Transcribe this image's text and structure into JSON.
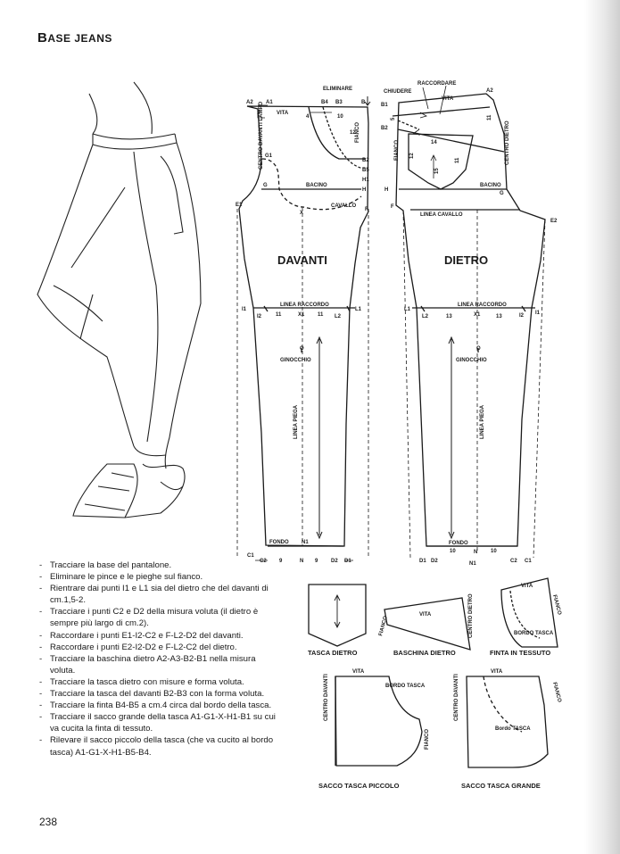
{
  "title": {
    "initial": "B",
    "rest": "ASE JEANS"
  },
  "page_number": "238",
  "panels": {
    "front": "DAVANTI",
    "back": "DIETRO"
  },
  "front_labels": {
    "eliminare": "ELIMINARE",
    "a2": "A2",
    "a1": "A1",
    "b4": "B4",
    "b3": "B3",
    "b": "B",
    "vita": "VITA",
    "n3": "3",
    "n4": "4",
    "n10": "10",
    "centro_lampo": "CENTRO DAVANTI LAMPO",
    "fianco": "FIANCO",
    "n12": "12",
    "g1": "G1",
    "g": "G",
    "bacino": "BACINO",
    "x": "X",
    "cavallo": "CAVALLO",
    "b2": "B2",
    "b5": "B5",
    "h1": "H1",
    "h": "H",
    "e1": "E1",
    "f": "F",
    "linea_raccordo": "LINEA RACCORDO",
    "i1": "I1",
    "i2": "I2",
    "n11a": "11",
    "x1": "X1",
    "n11b": "11",
    "l2": "L2",
    "l1": "L1",
    "o": "O",
    "ginocchio": "GINOCCHIO",
    "linea_piega": "LINEA PIEGA",
    "fondo": "FONDO",
    "n1": "N1",
    "c1": "C1",
    "c2": "C2",
    "n9a": "9",
    "n": "N",
    "n9b": "9",
    "d2": "D2",
    "d1": "D1"
  },
  "back_labels": {
    "raccordare": "RACCORDARE",
    "chiudere": "CHIUDERE",
    "vita": "VITA",
    "a2": "A2",
    "b1": "B1",
    "b2": "B2",
    "n5": "5",
    "n11": "11",
    "centro_dietro": "CENTRO DIETRO",
    "fianco": "FIANCO",
    "n14": "14",
    "n12": "12",
    "n15": "15",
    "n11b": "11",
    "h": "H",
    "g": "G",
    "bacino": "BACINO",
    "f": "F",
    "linea_cavallo": "LINEA CAVALLO",
    "e2": "E2",
    "linea_raccordo": "LINEA RACCORDO",
    "l1": "L1",
    "l2": "L2",
    "n13a": "13",
    "x1": "X1",
    "n13b": "13",
    "i2": "I2",
    "i1": "I1",
    "o": "O",
    "ginocchio": "GINOCCHIO",
    "linea_piega": "LINEA PIEGA",
    "fondo": "FONDO",
    "n10a": "10",
    "n": "N",
    "n10b": "10",
    "d1": "D1",
    "d2": "D2",
    "n1": "N1",
    "c2": "C2",
    "c1": "C1"
  },
  "pieces": {
    "tasca_dietro": "TASCA DIETRO",
    "baschina_dietro": "BASCHINA DIETRO",
    "finta_in_tessuto": "FINTA IN TESSUTO",
    "sacco_piccolo": "SACCO TASCA PICCOLO",
    "sacco_grande": "SACCO TASCA GRANDE",
    "vita": "VITA",
    "fianco": "FIANCO",
    "centro_dietro": "CENTRO DIETRO",
    "bordo_tasca": "BORDO TASCA",
    "centro_davanti": "CENTRO DAVANTI",
    "bordo_tasca_2": "Bordo TASCA"
  },
  "instructions": [
    "Tracciare la base del pantalone.",
    "Eliminare le pince e le pieghe sul fianco.",
    "Rientrare  dai punti I1 e L1 sia del dietro che del davanti di cm.1,5-2.",
    "Tracciare i punti C2 e D2 della misura voluta (il dietro è sempre più largo di cm.2).",
    "Raccordare i punti E1-I2-C2 e F-L2-D2 del davanti.",
    "Raccordare i punti E2-I2-D2 e F-L2-C2 del dietro.",
    "Tracciare la baschina dietro A2-A3-B2-B1 nella misura voluta.",
    "Tracciare la tasca dietro con misure e forma voluta.",
    "Tracciare la tasca del davanti B2-B3 con la forma voluta.",
    "Tracciare la finta B4-B5 a cm.4 circa dal bordo della tasca.",
    "Tracciare il sacco grande della tasca A1-G1-X-H1-B1 su cui va cucita la finta di tessuto.",
    "Rilevare il sacco piccolo della tasca (che va cucito al bordo tasca) A1-G1-X-H1-B5-B4."
  ]
}
